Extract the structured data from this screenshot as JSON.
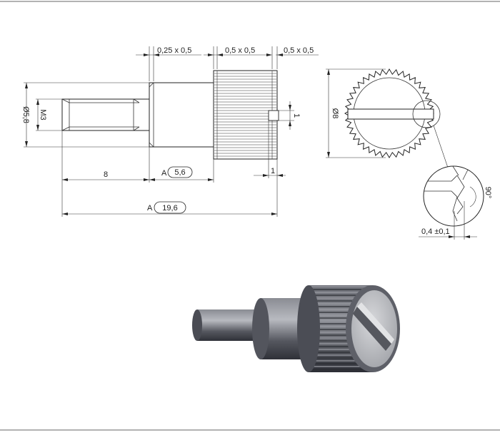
{
  "dimensions": {
    "top_gap_1": "0,25 x 0,5",
    "top_gap_2": "0,5 x 0,5",
    "top_gap_3": "0,5 x 0,5",
    "dia_shank": "Ø5,8",
    "thread": "M3",
    "len_thread": "8",
    "len_shoulder_prefix": "A",
    "len_shoulder": "5,6",
    "slot_depth": "1",
    "slot_width": "1",
    "total_prefix": "A",
    "total_len": "19,6",
    "head_dia": "Ø8",
    "angle": "90°",
    "tooth_depth": "0,4 ±0,1"
  },
  "colors": {
    "metal_dark": "#3d3f47",
    "metal_mid": "#6a6c74",
    "metal_light": "#a9abb2",
    "face": "#c9cacd"
  }
}
